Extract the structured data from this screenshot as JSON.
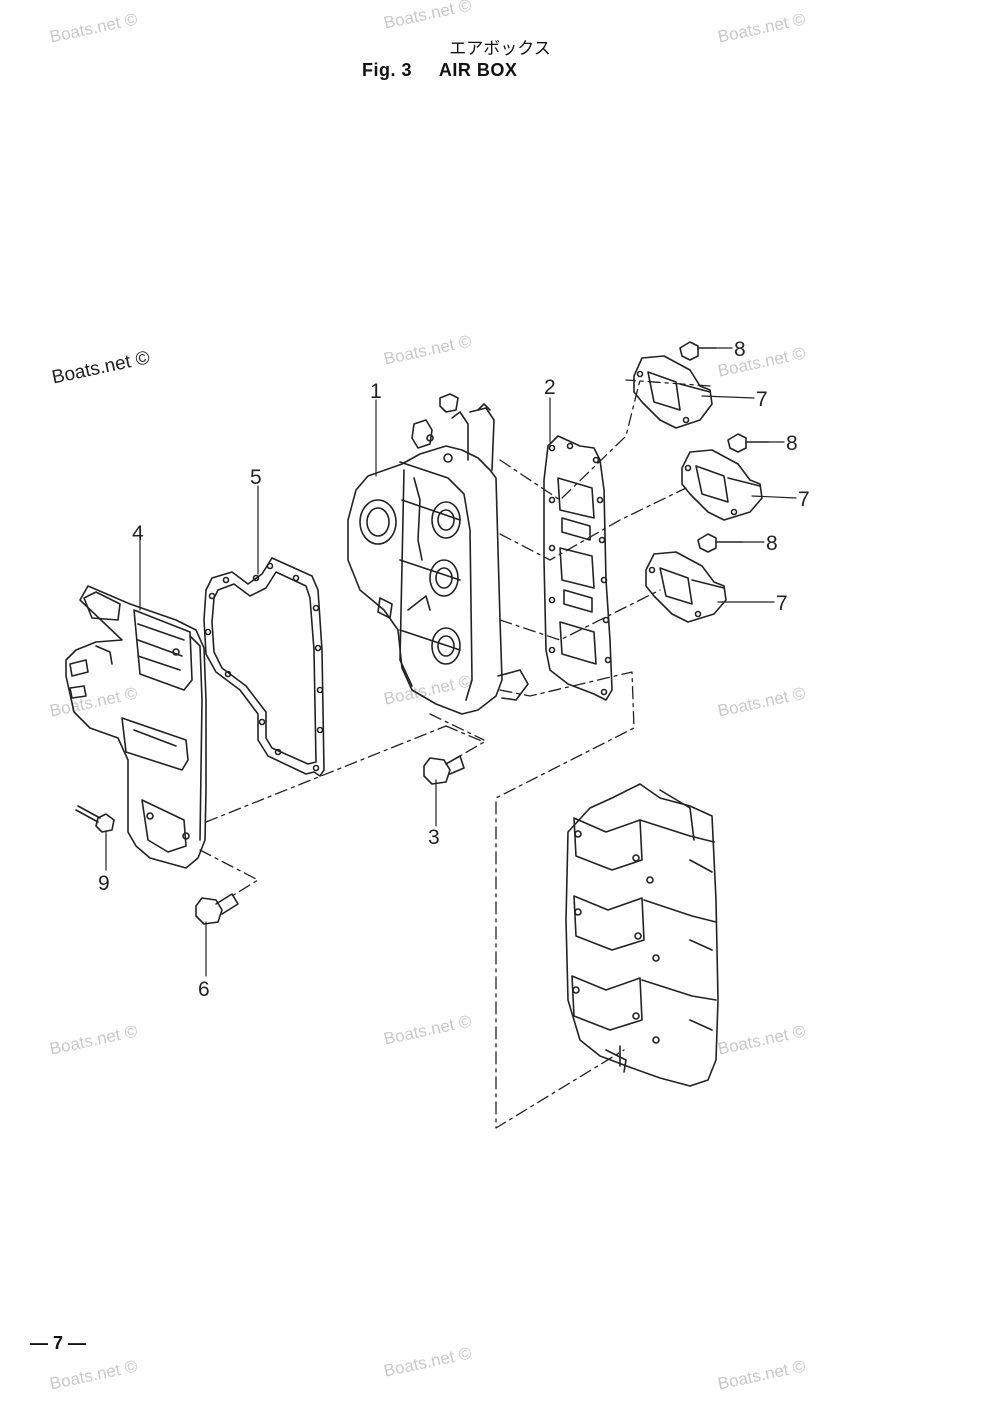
{
  "header": {
    "title_jp": "エアボックス",
    "fig_label": "Fig. 3",
    "title": "AIR BOX"
  },
  "watermark": {
    "text": "Boats.net ©"
  },
  "callouts": [
    "1",
    "2",
    "3",
    "4",
    "5",
    "6",
    "7",
    "7",
    "7",
    "8",
    "8",
    "8",
    "9"
  ],
  "footer": {
    "page_number": "— 7 —"
  }
}
